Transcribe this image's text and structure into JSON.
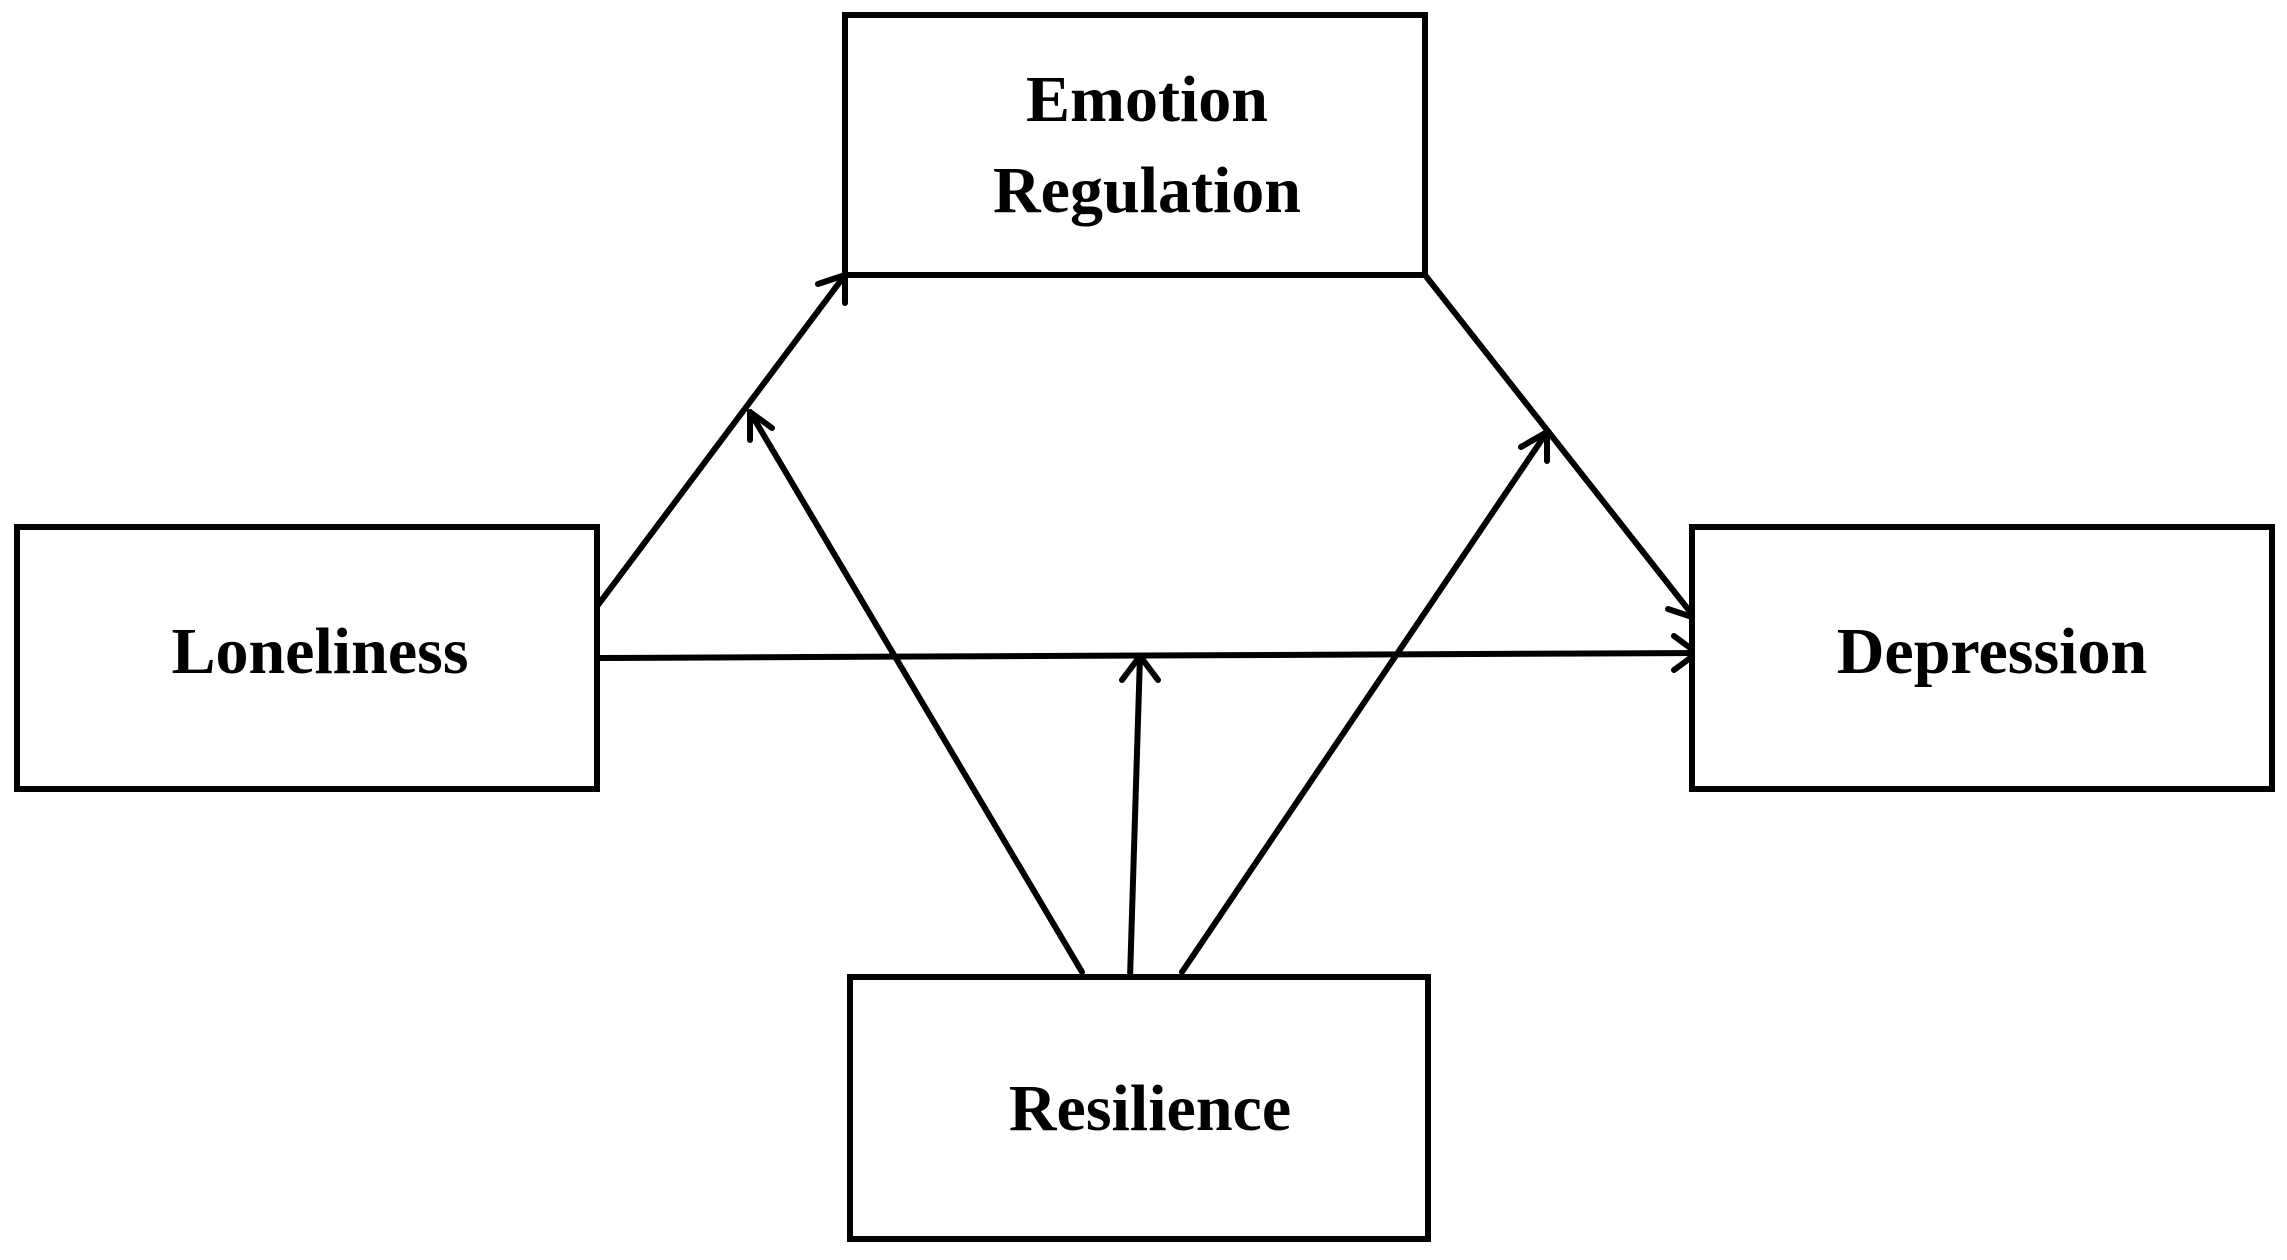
{
  "nodes": {
    "emotion_regulation": {
      "line1": "Emotion",
      "line2": "Regulation"
    },
    "loneliness": {
      "label": "Loneliness"
    },
    "depression": {
      "label": "Depression"
    },
    "resilience": {
      "label": "Resilience"
    }
  },
  "edges": [
    {
      "from": "Loneliness",
      "to": "Emotion Regulation"
    },
    {
      "from": "Emotion Regulation",
      "to": "Depression"
    },
    {
      "from": "Loneliness",
      "to": "Depression"
    },
    {
      "from": "Resilience",
      "to": "path Loneliness → Emotion Regulation"
    },
    {
      "from": "Resilience",
      "to": "path Loneliness → Depression"
    },
    {
      "from": "Resilience",
      "to": "path Emotion Regulation → Depression"
    }
  ],
  "colors": {
    "stroke": "#000000",
    "background": "#ffffff",
    "text": "#000000"
  }
}
